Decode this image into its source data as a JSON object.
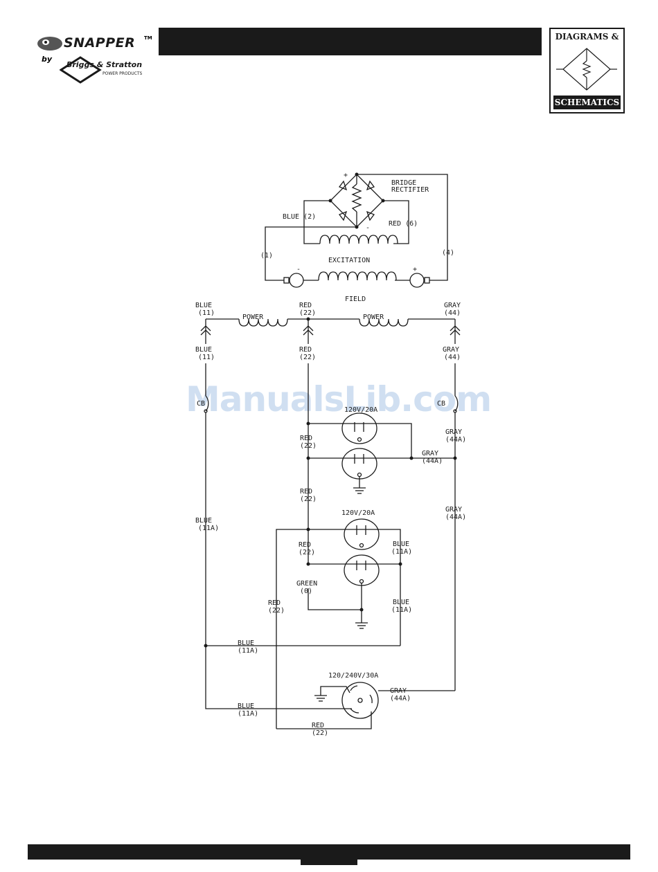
{
  "brand": {
    "name": "SNAPPER",
    "tm": "TM",
    "by": "by",
    "maker": "Briggs & Stratton",
    "maker_sub": "POWER PRODUCTS"
  },
  "badge": {
    "top": "DIAGRAMS &",
    "bottom": "SCHEMATICS"
  },
  "watermark": "ManualsLib.com",
  "labels": {
    "plus_top": "+",
    "bridge1": "BRIDGE",
    "bridge2": "RECTIFIER",
    "blue2": "BLUE (2)",
    "red6": "RED (6)",
    "minus_bridge": "-",
    "w1": "(1)",
    "w4": "(4)",
    "excitation": "EXCITATION",
    "field_minus": "-",
    "field_plus": "+",
    "field": "FIELD",
    "blue_top": "BLUE",
    "n11_top": "(11)",
    "red_top": "RED",
    "n22_top": "(22)",
    "gray_top": "GRAY",
    "n44_top": "(44)",
    "power_l": "POWER",
    "power_r": "POWER",
    "blue_b": "BLUE",
    "n11_b": "(11)",
    "red_b": "RED",
    "n22_b": "(22)",
    "gray_b": "GRAY",
    "n44_b": "(44)",
    "cb_l": "CB",
    "recept1": "120V/20A",
    "cb_r": "CB",
    "red_a1": "RED",
    "n22_a1": "(22)",
    "gray_a1": "GRAY",
    "n44a_a1": "(44A)",
    "gray_a2": "GRAY",
    "n44a_a2": "(44A)",
    "red_a2": "RED",
    "n22_a2": "(22)",
    "gray_a3": "GRAY",
    "n44a_a3": "(44A)",
    "blue_l": "BLUE",
    "n11a_l": "(11A)",
    "recept2": "120V/20A",
    "red_c1": "RED",
    "n22_c1": "(22)",
    "blue_c1": "BLUE",
    "n11a_c1": "(11A)",
    "green": "GREEN",
    "n0": "(0)",
    "red_c2": "RED",
    "n22_c2": "(22)",
    "blue_c2": "BLUE",
    "n11a_c2": "(11A)",
    "blue_d1": "BLUE",
    "n11a_d1": "(11A)",
    "twist": "120/240V/30A",
    "gray_d": "GRAY",
    "n44a_d": "(44A)",
    "blue_d2": "BLUE",
    "n11a_d2": "(11A)",
    "red_d": "RED",
    "n22_d": "(22)"
  }
}
